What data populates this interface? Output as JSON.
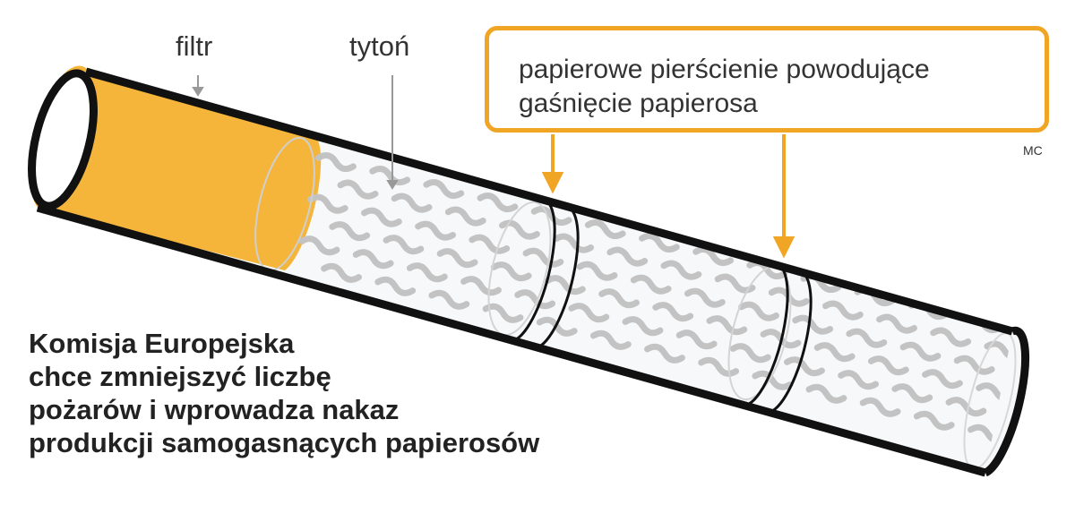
{
  "labels": {
    "filter": "filtr",
    "tobacco": "tytoń"
  },
  "callout": {
    "text": "papierowe pierścienie powodujące\ngaśnięcie papierosa",
    "border_color": "#f0a524"
  },
  "credit": "MC",
  "headline": {
    "lines": [
      "Komisja Europejska",
      "chce zmniejszyć liczbę",
      "pożarów i wprowadza nakaz",
      "produkcji samogasnących papierosów"
    ]
  },
  "colors": {
    "filter": "#f5b53a",
    "tobacco_waves": "#c3c3c3",
    "paper": "#f6f8fa",
    "outline": "#111111",
    "arrow": "#f0a524",
    "pointer": "#999999"
  }
}
